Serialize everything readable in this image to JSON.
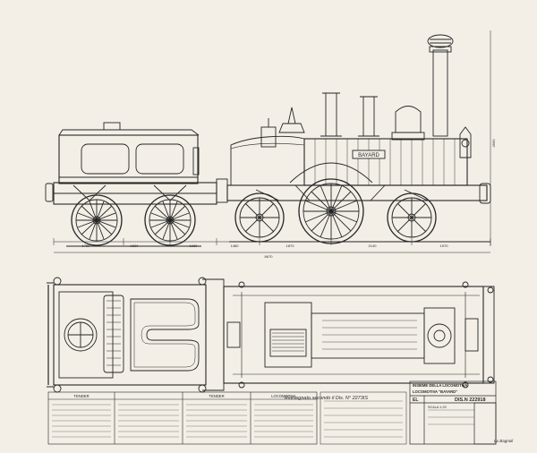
{
  "drawing": {
    "title_block": {
      "title_line1": "INSIEME DELLA LOCOMOTIVA",
      "title_line2": "LOCOMOTIVA \"BAYARD\"",
      "drawing_number": "DIS.N 222918",
      "scale": "SCALA 1:20",
      "header_code": "EL"
    },
    "nameplate": "BAYARD",
    "handwritten_note": "Ridisegnato secondo il Dis. N° 2273IS",
    "signature": "Lu Bagnoli"
  },
  "dimensions": {
    "side": [
      "1780",
      "1520",
      "1980",
      "1480",
      "1870",
      "2140",
      "1970"
    ],
    "overall": "8670",
    "height": "4560"
  },
  "table_headers": {
    "col1": "TENDER",
    "col3": "TENDER",
    "col4": "LOCOMOTIVA"
  }
}
